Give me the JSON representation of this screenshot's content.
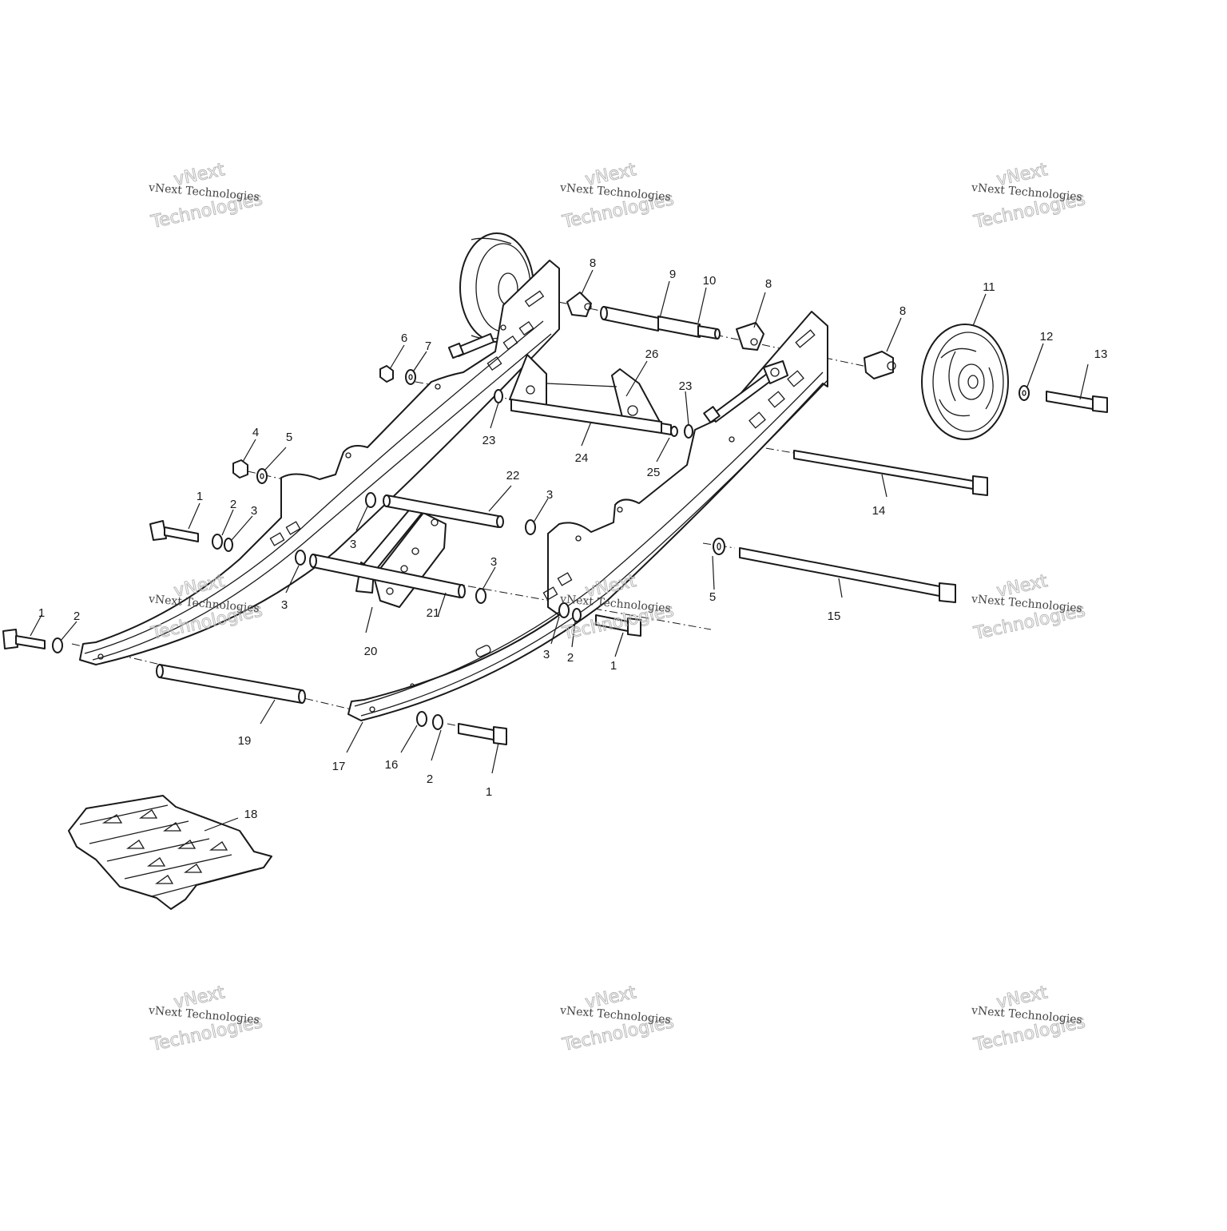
{
  "callouts": {
    "c1a": "1",
    "c1b": "1",
    "c1c": "1",
    "c1d": "1",
    "c2a": "2",
    "c2b": "2",
    "c2c": "2",
    "c2d": "2",
    "c3a": "3",
    "c3b": "3",
    "c3c": "3",
    "c3d": "3",
    "c3e": "3",
    "c3f": "3",
    "c4": "4",
    "c5a": "5",
    "c5b": "5",
    "c6": "6",
    "c7": "7",
    "c8a": "8",
    "c8b": "8",
    "c8c": "8",
    "c9": "9",
    "c10": "10",
    "c11": "11",
    "c12": "12",
    "c13": "13",
    "c14": "14",
    "c15": "15",
    "c16": "16",
    "c17": "17",
    "c18": "18",
    "c19": "19",
    "c20": "20",
    "c21": "21",
    "c22": "22",
    "c23a": "23",
    "c23b": "23",
    "c24": "24",
    "c25": "25",
    "c26": "26"
  },
  "watermark": {
    "line_small": "vNext Technologies",
    "line_top": "vNext",
    "line_big": "Technologies"
  }
}
